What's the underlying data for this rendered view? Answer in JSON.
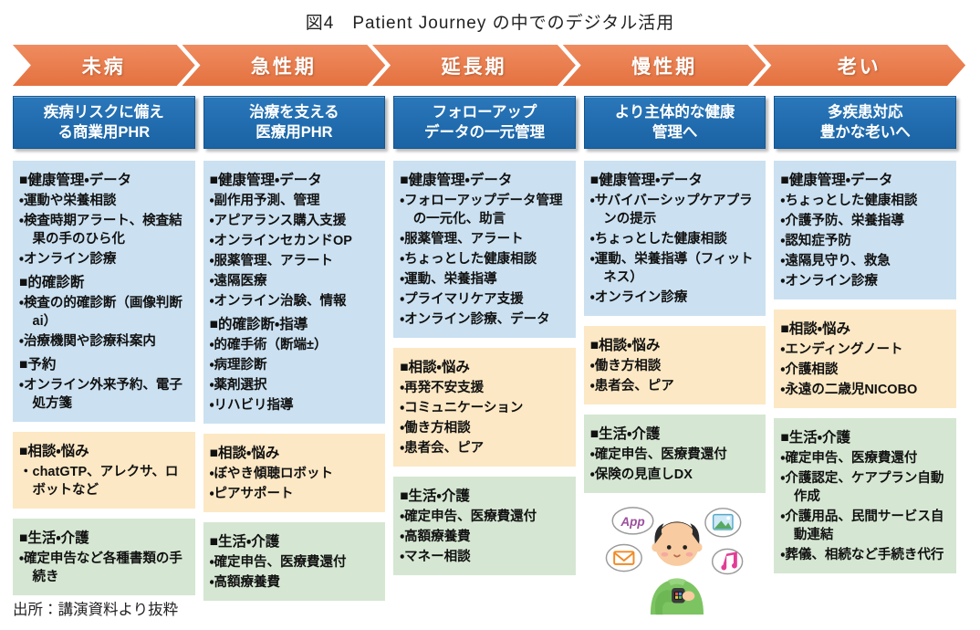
{
  "page": {
    "title": "図4　Patient Journey の中でのデジタル活用",
    "source_note": "出所：講演資料より抜粋"
  },
  "colors": {
    "arrow_orange": "#E77A4C",
    "header_blue": "#1E6BAD",
    "section_health_bg": "#CBE1F1",
    "section_consult_bg": "#FCE8C4",
    "section_life_bg": "#D5E7D2",
    "app_label_purple": "#9C4F9C",
    "mail_orange": "#F08A24",
    "music_pink": "#E23D96",
    "sweater_green": "#7CC462"
  },
  "columns": [
    {
      "stage": "未病",
      "header": "疾病リスクに備え\nる商業用PHR",
      "sections": [
        {
          "type": "health",
          "blocks": [
            {
              "heading": "■健康管理・データ",
              "items": [
                "運動や栄養相談",
                "検査時期アラート、検査結果の手のひら化",
                "オンライン診療"
              ]
            },
            {
              "heading": "■的確診断",
              "items": [
                "検査の的確診断（画像判断ai）",
                "治療機関や診療科案内"
              ]
            },
            {
              "heading": "■予約",
              "items": [
                "オンライン外来予約、電子処方箋"
              ]
            }
          ]
        },
        {
          "type": "consult",
          "blocks": [
            {
              "heading": "■相談・悩み",
              "items": [
                "chatGTP、アレクサ、ロボットなど"
              ]
            }
          ]
        },
        {
          "type": "life",
          "blocks": [
            {
              "heading": "■生活・介護",
              "items": [
                "確定申告など各種書類の手続き"
              ]
            }
          ]
        }
      ]
    },
    {
      "stage": "急性期",
      "header": "治療を支える\n医療用PHR",
      "sections": [
        {
          "type": "health",
          "blocks": [
            {
              "heading": "■健康管理・データ",
              "items": [
                "副作用予測、管理",
                "アピアランス購入支援",
                "オンラインセカンドOP",
                "服薬管理、アラート",
                "遠隔医療",
                "オンライン治験、情報"
              ]
            },
            {
              "heading": "■的確診断・指導",
              "items": [
                "的確手術（断端±）",
                "病理診断",
                "薬剤選択",
                "リハビリ指導"
              ]
            }
          ]
        },
        {
          "type": "consult",
          "blocks": [
            {
              "heading": "■相談・悩み",
              "items": [
                "ぼやき傾聴ロボット",
                "ピアサポート"
              ]
            }
          ]
        },
        {
          "type": "life",
          "blocks": [
            {
              "heading": "■生活・介護",
              "items": [
                "確定申告、医療費還付",
                "高額療養費"
              ]
            }
          ]
        }
      ]
    },
    {
      "stage": "延長期",
      "header": "フォローアップ\nデータの一元管理",
      "sections": [
        {
          "type": "health",
          "blocks": [
            {
              "heading": "■健康管理・データ",
              "items": [
                "フォローアップデータ管理の一元化、助言",
                "服薬管理、アラート",
                "ちょっとした健康相談",
                "運動、栄養指導",
                "プライマリケア支援",
                "オンライン診療、データ"
              ]
            }
          ]
        },
        {
          "type": "consult",
          "blocks": [
            {
              "heading": "■相談・悩み",
              "items": [
                "再発不安支援",
                "コミュニケーション",
                "働き方相談",
                "患者会、ピア"
              ]
            }
          ]
        },
        {
          "type": "life",
          "blocks": [
            {
              "heading": "■生活・介護",
              "items": [
                "確定申告、医療費還付",
                "高額療養費",
                "マネー相談"
              ]
            }
          ]
        }
      ]
    },
    {
      "stage": "慢性期",
      "header": "より主体的な健康\n管理へ",
      "sections": [
        {
          "type": "health",
          "blocks": [
            {
              "heading": "■健康管理・データ",
              "items": [
                "サバイバーシップケアプランの提示",
                "ちょっとした健康相談",
                "運動、栄養指導（フィットネス）",
                "オンライン診療"
              ]
            }
          ]
        },
        {
          "type": "consult",
          "blocks": [
            {
              "heading": "■相談・悩み",
              "items": [
                "働き方相談",
                "患者会、ピア"
              ]
            }
          ]
        },
        {
          "type": "life",
          "blocks": [
            {
              "heading": "■生活・介護",
              "items": [
                "確定申告、医療費還付",
                "保険の見直しDX"
              ]
            }
          ]
        }
      ],
      "illustration": {
        "app_label": "App",
        "description": "person-with-smartwatch-and-app-bubbles"
      }
    },
    {
      "stage": "老い",
      "header": "多疾患対応\n豊かな老いへ",
      "sections": [
        {
          "type": "health",
          "blocks": [
            {
              "heading": "■健康管理・データ",
              "items": [
                "ちょっとした健康相談",
                "介護予防、栄養指導",
                "認知症予防",
                "遠隔見守り、救急",
                "オンライン診療"
              ]
            }
          ]
        },
        {
          "type": "consult",
          "blocks": [
            {
              "heading": "■相談・悩み",
              "items": [
                "エンディングノート",
                "介護相談",
                "永遠の二歳児NICOBO"
              ]
            }
          ]
        },
        {
          "type": "life",
          "blocks": [
            {
              "heading": "■生活・介護",
              "items": [
                "確定申告、医療費還付",
                "介護認定、ケアプラン自動作成",
                "介護用品、民間サービス自動連結",
                "葬儀、相続など手続き代行"
              ]
            }
          ]
        }
      ]
    }
  ]
}
